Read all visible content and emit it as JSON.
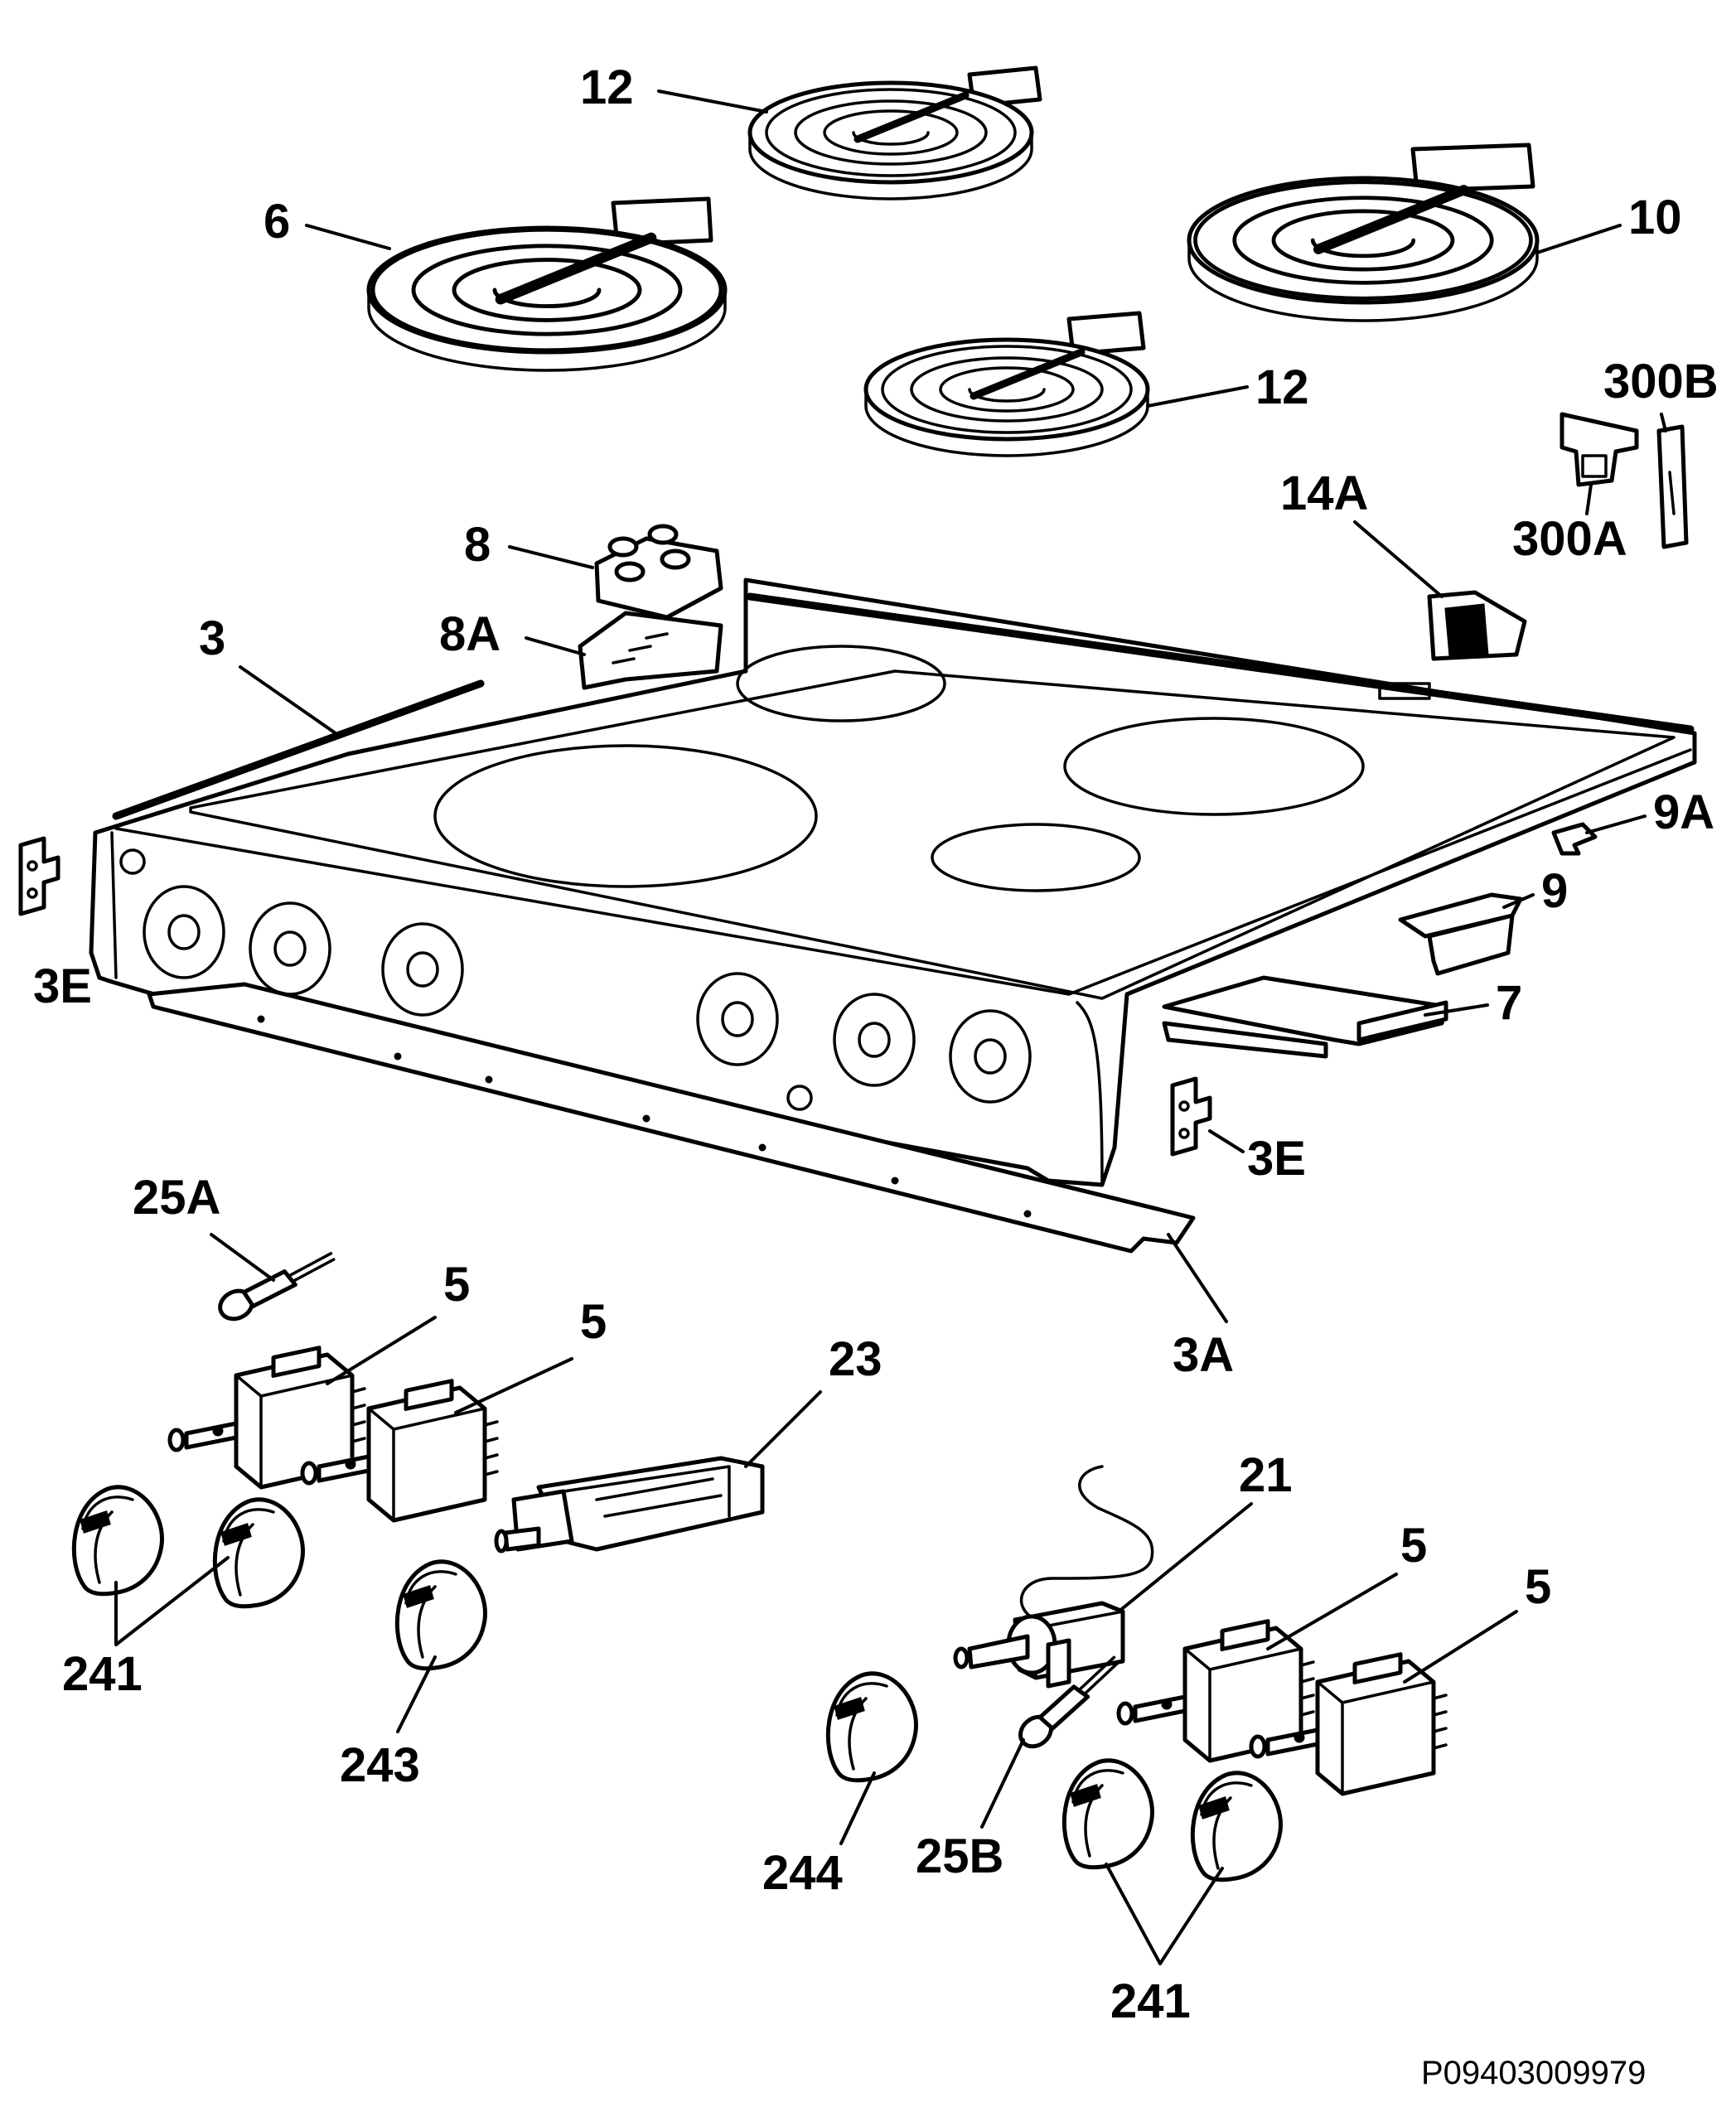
{
  "labels": {
    "p12a": "12",
    "p6": "6",
    "p10": "10",
    "p12b": "12",
    "p300b": "300B",
    "p300a": "300A",
    "p14a": "14A",
    "p8": "8",
    "p8a": "8A",
    "p3": "3",
    "p9a": "9A",
    "p9": "9",
    "p7": "7",
    "p3e_left": "3E",
    "p3e_right": "3E",
    "p3a": "3A",
    "p25a": "25A",
    "p5a": "5",
    "p5b": "5",
    "p23": "23",
    "p21": "21",
    "p5c": "5",
    "p5d": "5",
    "p241a": "241",
    "p243": "243",
    "p244": "244",
    "p25b": "25B",
    "p241b": "241"
  },
  "drawing_code": "P09403009979"
}
